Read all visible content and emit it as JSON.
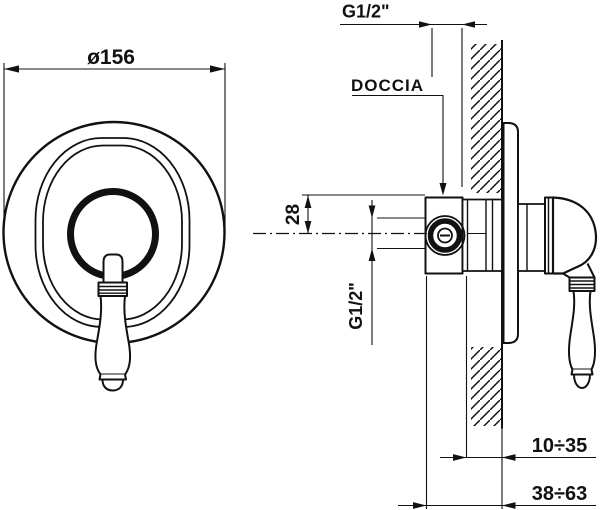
{
  "drawing": {
    "front_view": {
      "diameter_label": "ø156"
    },
    "side_view": {
      "top_thread_label": "G1/2\"",
      "outlet_label": "DOCCIA",
      "offset_label": "28",
      "inlet_thread_label": "G1/2\"",
      "depth_range_label": "10÷35",
      "overall_range_label": "38÷63"
    },
    "colors": {
      "line": "#111111",
      "background": "#ffffff"
    }
  }
}
